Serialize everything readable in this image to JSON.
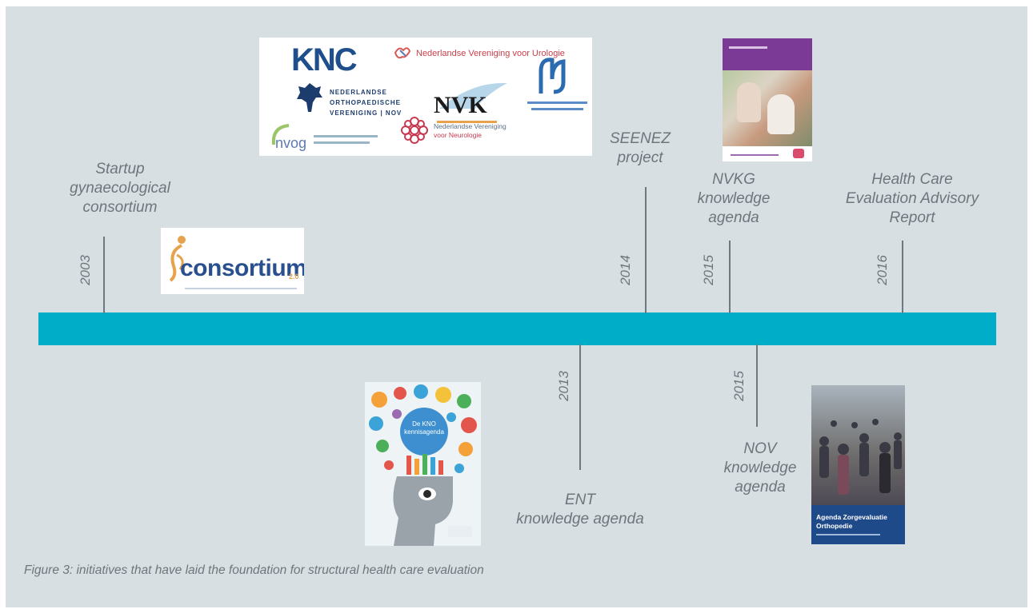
{
  "timeline": {
    "events": [
      {
        "year": "2003",
        "label_lines": [
          "Startup",
          "gynaecological",
          "consortium"
        ],
        "side": "above"
      },
      {
        "year": "2013",
        "label_lines": [
          "ENT",
          "knowledge agenda"
        ],
        "side": "below"
      },
      {
        "year": "2014",
        "label_lines": [
          "SEENEZ",
          "project"
        ],
        "side": "above"
      },
      {
        "year": "2015",
        "label_lines": [
          "NVKG",
          "knowledge",
          "agenda"
        ],
        "side": "above"
      },
      {
        "year": "2015",
        "label_lines": [
          "NOV",
          "knowledge",
          "agenda"
        ],
        "side": "below"
      },
      {
        "year": "2016",
        "label_lines": [
          "Health Care",
          "Evaluation Advisory",
          "Report"
        ],
        "side": "above"
      }
    ]
  },
  "caption": "Figure 3: initiatives that have laid the foundation for structural health care evaluation",
  "logos": {
    "knc": "KNC",
    "urologie": "Nederlandse Vereniging voor Urologie",
    "nov_lines": [
      "NEDERLANDSE",
      "ORTHOPAEDISCHE",
      "VERENIGING | NOV"
    ],
    "nvk": "NVK",
    "nvog": "nvog",
    "neurologie_lines": [
      "Nederlandse Vereniging",
      "voor Neurologie"
    ],
    "consortium": "consortium",
    "consortium_version": "2.0"
  },
  "covers": {
    "ent_bubble_lines": [
      "De KNO",
      "kennisagenda"
    ],
    "nov_title_lines": [
      "Agenda Zorgevaluatie",
      "Orthopedie"
    ]
  },
  "colors": {
    "timeline_bar": "#00adc9",
    "background": "#d8dfe3",
    "text": "#6e767d"
  }
}
